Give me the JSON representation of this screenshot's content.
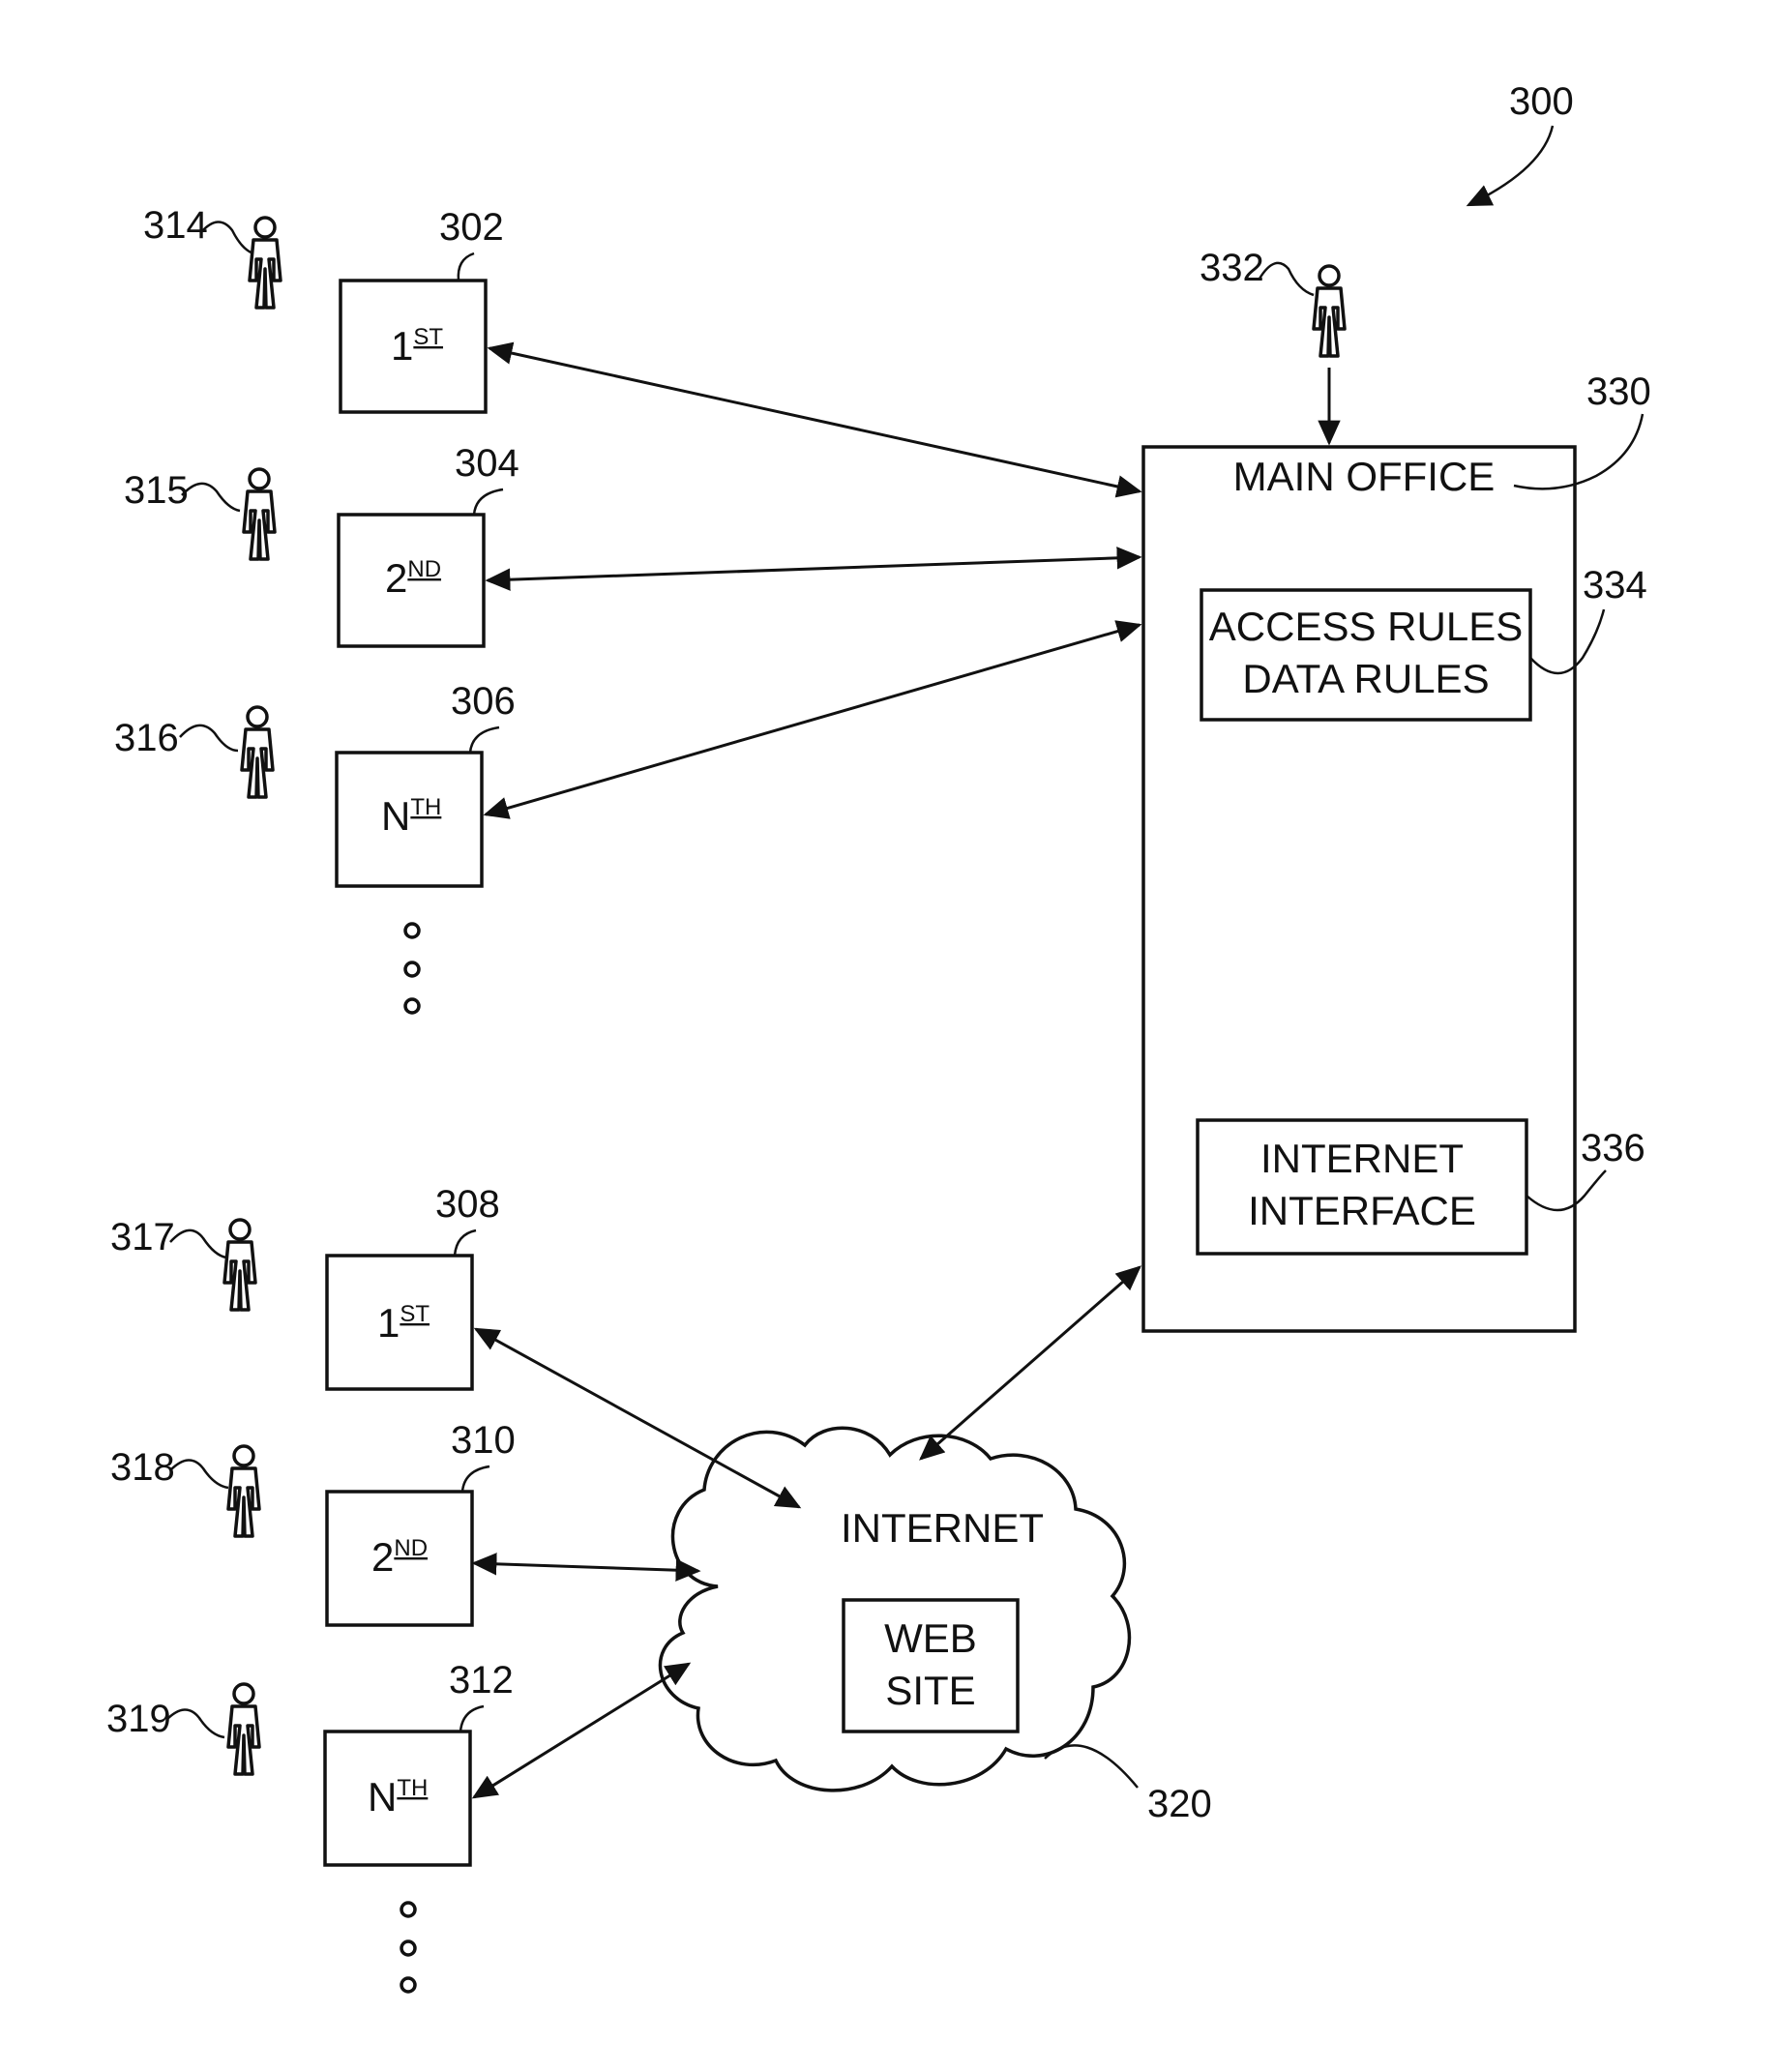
{
  "figure_ref": "300",
  "main_office": {
    "ref": "330",
    "title": "MAIN OFFICE"
  },
  "office_operator": {
    "ref": "332"
  },
  "rules_box": {
    "ref": "334",
    "line1": "ACCESS RULES",
    "line2": "DATA RULES"
  },
  "internet_interface": {
    "ref": "336",
    "line1": "INTERNET",
    "line2": "INTERFACE"
  },
  "internet": {
    "ref": "320",
    "label": "INTERNET",
    "web_site_line1": "WEB",
    "web_site_line2": "SITE"
  },
  "direct_group": [
    {
      "ref": "302",
      "base": "1",
      "sup": "ST",
      "user_ref": "314"
    },
    {
      "ref": "304",
      "base": "2",
      "sup": "ND",
      "user_ref": "315"
    },
    {
      "ref": "306",
      "base": "N",
      "sup": "TH",
      "user_ref": "316"
    }
  ],
  "internet_group": [
    {
      "ref": "308",
      "base": "1",
      "sup": "ST",
      "user_ref": "317"
    },
    {
      "ref": "310",
      "base": "2",
      "sup": "ND",
      "user_ref": "318"
    },
    {
      "ref": "312",
      "base": "N",
      "sup": "TH",
      "user_ref": "319"
    }
  ]
}
